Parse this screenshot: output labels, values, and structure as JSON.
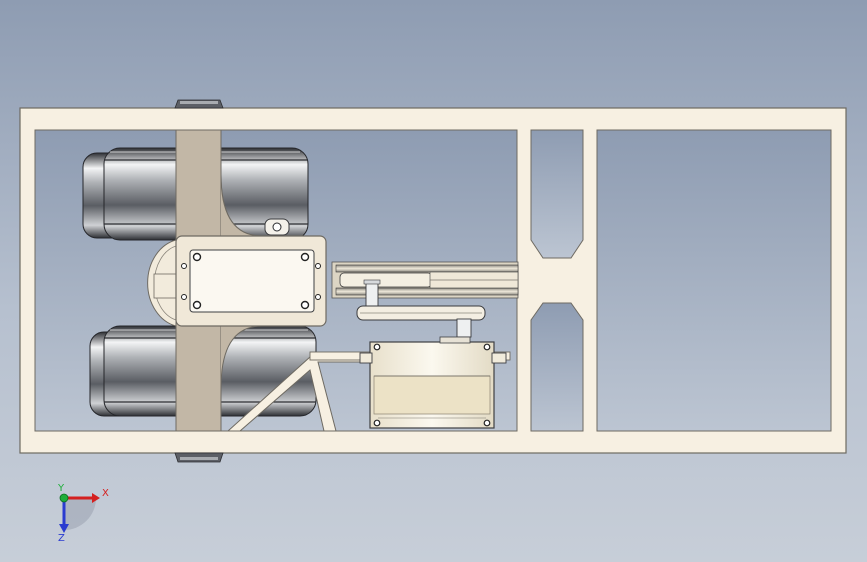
{
  "view": {
    "background_top": "#8e9cb2",
    "background_bottom": "#c7ced8"
  },
  "colors": {
    "frame_fill": "#f7f0e2",
    "frame_stroke": "#6e6a62",
    "plate_fill": "#c2b7a6",
    "tire_dark": "#3d4046",
    "tire_light": "#f2f3f4",
    "motor_body": "#f4eedc",
    "motor_band": "#ece2c6"
  },
  "triad": {
    "x_label": "X",
    "y_label": "Y",
    "z_label": "Z",
    "x_color": "#d42020",
    "y_color": "#1fae3a",
    "z_color": "#2a3bd0"
  }
}
